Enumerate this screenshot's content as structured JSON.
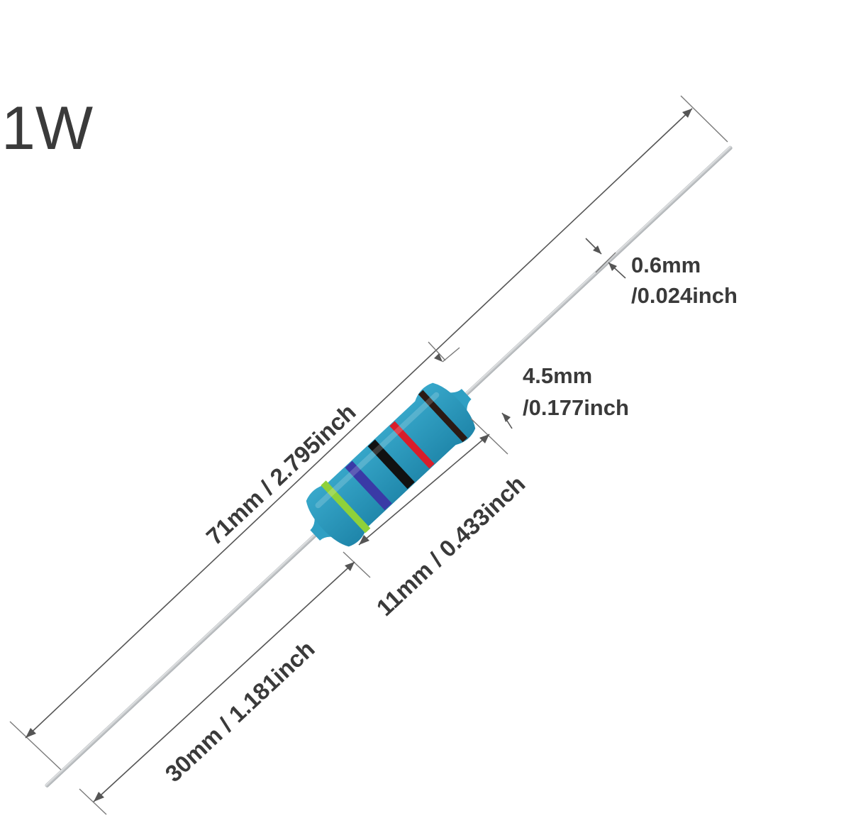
{
  "title": "1W",
  "dimensions": {
    "total_length": "71mm / 2.795inch",
    "lead_length": "30mm / 1.181inch",
    "body_length": "11mm / 0.433inch",
    "body_diameter_mm": "4.5mm",
    "body_diameter_inch": "/0.177inch",
    "lead_diameter_mm": "0.6mm",
    "lead_diameter_inch": "/0.024inch"
  },
  "colors": {
    "body": "#3fb2d4",
    "body_shadow": "#1f86aa",
    "lead": "#d6d8da",
    "band_1": "#2b1a14",
    "band_2": "#d81e2b",
    "band_3": "#111111",
    "band_4": "#3a3aa6",
    "band_5": "#8fd13a",
    "text": "#3a3a3a"
  }
}
